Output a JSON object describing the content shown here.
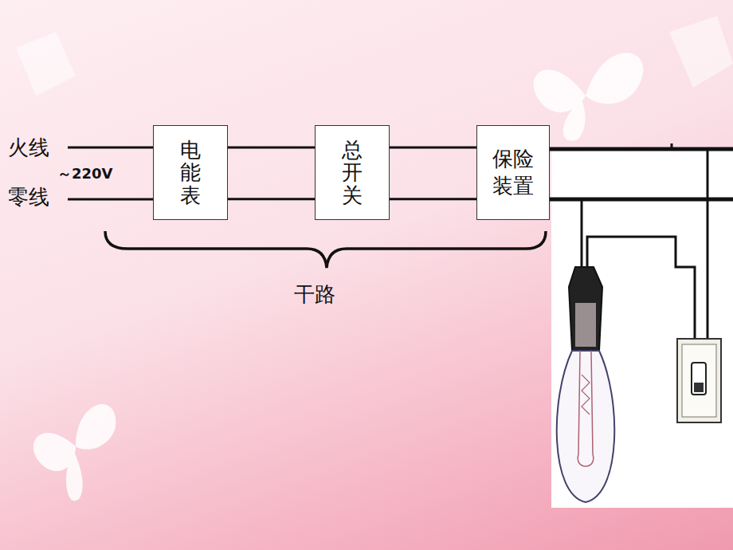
{
  "diagram": {
    "nodes": [
      {
        "text": [
          "电能表"
        ]
      },
      {
        "text": [
          "总开关"
        ]
      },
      {
        "text": [
          "保险装置"
        ]
      }
    ],
    "edges": [
      {
        "from": 0,
        "to": 1,
        "arrow": "none"
      },
      {
        "from": 0,
        "to": 1,
        "arrow": "none"
      },
      {
        "from": 1,
        "to": 2,
        "arrow": "none"
      },
      {
        "from": 1,
        "to": 2,
        "arrow": "none"
      }
    ],
    "labels": [
      "火线",
      "零线",
      "～220V",
      "干路"
    ]
  }
}
